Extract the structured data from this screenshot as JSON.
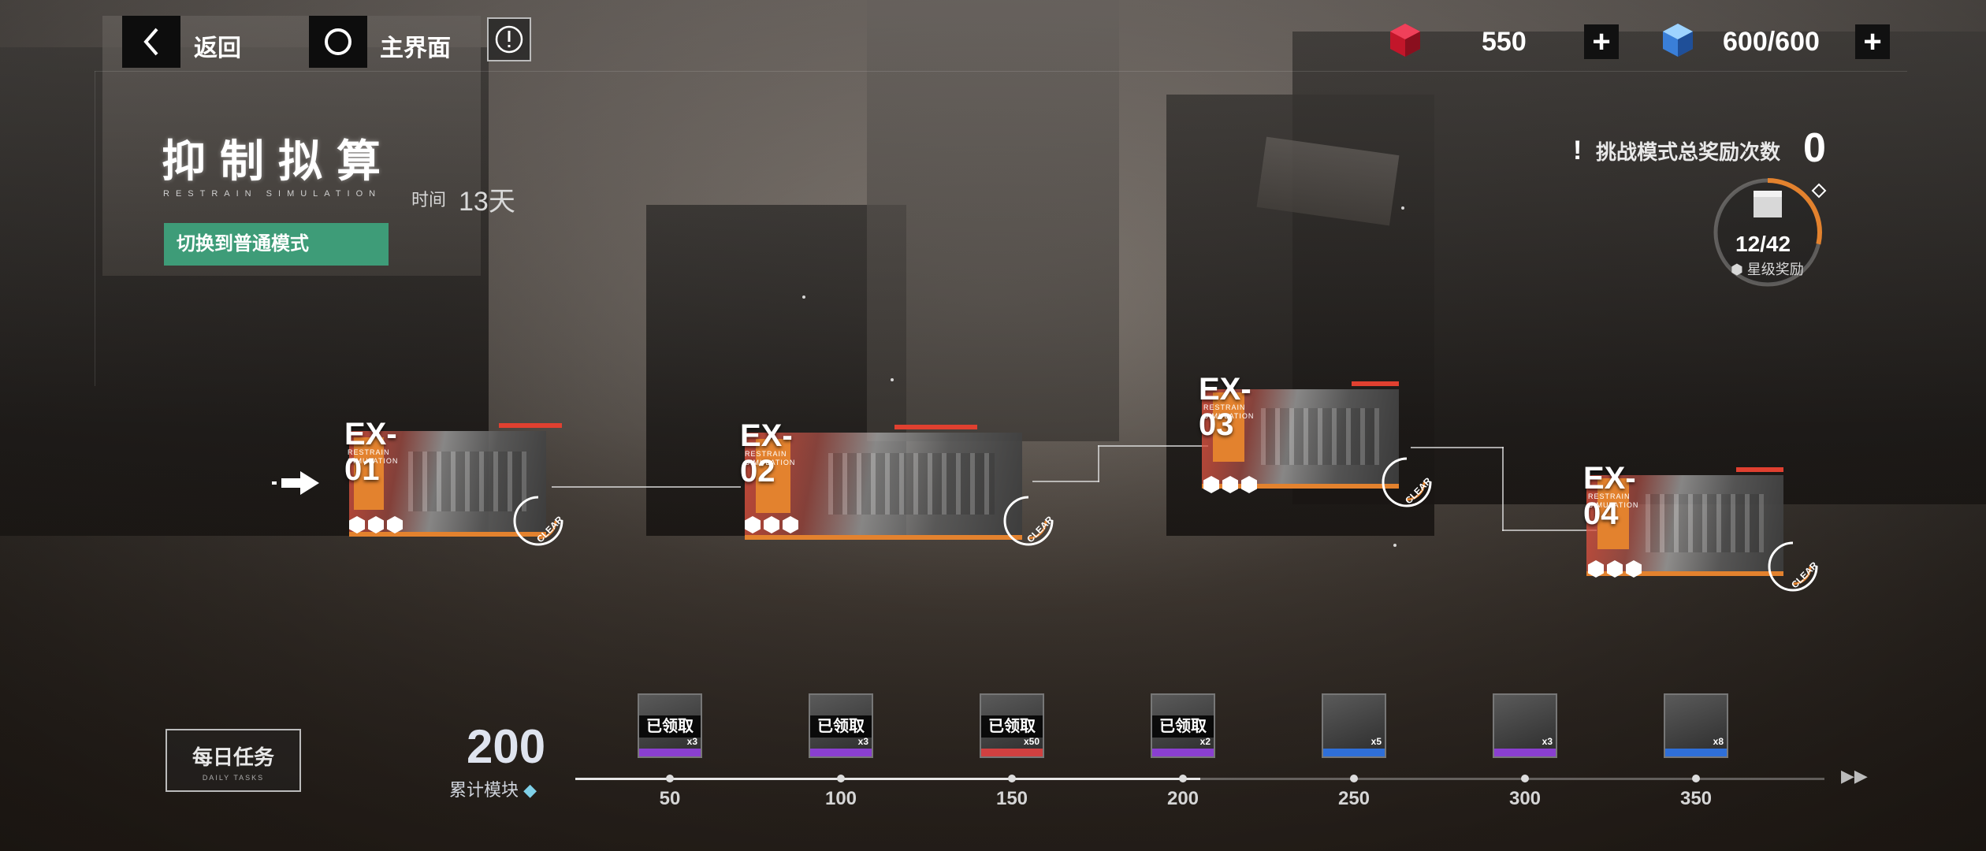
{
  "topbar": {
    "back_label": "返回",
    "home_label": "主界面",
    "info_label": "!",
    "crystal_value": "550",
    "energy_value": "600/600",
    "plus_label": "+"
  },
  "header": {
    "title": "抑制拟算",
    "subtitle": "RESTRAIN SIMULATION",
    "time_label": "时间",
    "time_value": "13天",
    "switch_mode_label": "切换到普通模式"
  },
  "challenge": {
    "bang": "!",
    "label": "挑战模式总奖励次数",
    "value": "0",
    "star_progress": "12/42",
    "star_label": "星级奖励",
    "star_fraction": 0.2857
  },
  "stages": [
    {
      "code": "EX-01",
      "tag": "RESTRAIN SIMULATION",
      "clear": "CLEAR",
      "stars": 3
    },
    {
      "code": "EX-02",
      "tag": "RESTRAIN SIMULATION",
      "clear": "CLEAR",
      "stars": 3
    },
    {
      "code": "EX-03",
      "tag": "RESTRAIN SIMULATION",
      "clear": "CLEAR",
      "stars": 3
    },
    {
      "code": "EX-04",
      "tag": "RESTRAIN SIMULATION",
      "clear": "CLEAR",
      "stars": 3
    }
  ],
  "bottom": {
    "daily_tasks_label": "每日任务",
    "daily_tasks_sub": "DAILY TASKS",
    "module_count": "200",
    "module_label": "累计模块",
    "milestones": [
      {
        "value": "50",
        "qty": "x3",
        "claimed": "已领取",
        "is_claimed": true,
        "rarity": "#8a3fd0"
      },
      {
        "value": "100",
        "qty": "x3",
        "claimed": "已领取",
        "is_claimed": true,
        "rarity": "#8a3fd0"
      },
      {
        "value": "150",
        "qty": "x50",
        "claimed": "已领取",
        "is_claimed": true,
        "rarity": "#d04040"
      },
      {
        "value": "200",
        "qty": "x2",
        "claimed": "已领取",
        "is_claimed": true,
        "rarity": "#8a3fd0"
      },
      {
        "value": "250",
        "qty": "x5",
        "claimed": "",
        "is_claimed": false,
        "rarity": "#2f6fd8"
      },
      {
        "value": "300",
        "qty": "x3",
        "claimed": "",
        "is_claimed": false,
        "rarity": "#8a3fd0"
      },
      {
        "value": "350",
        "qty": "x8",
        "claimed": "",
        "is_claimed": false,
        "rarity": "#2f6fd8"
      }
    ],
    "progress_fraction": 0.5,
    "arrows": "▶▶"
  },
  "colors": {
    "accent_green": "#3e9c78",
    "stage_orange": "#e3822e",
    "stage_red": "#e04030"
  }
}
